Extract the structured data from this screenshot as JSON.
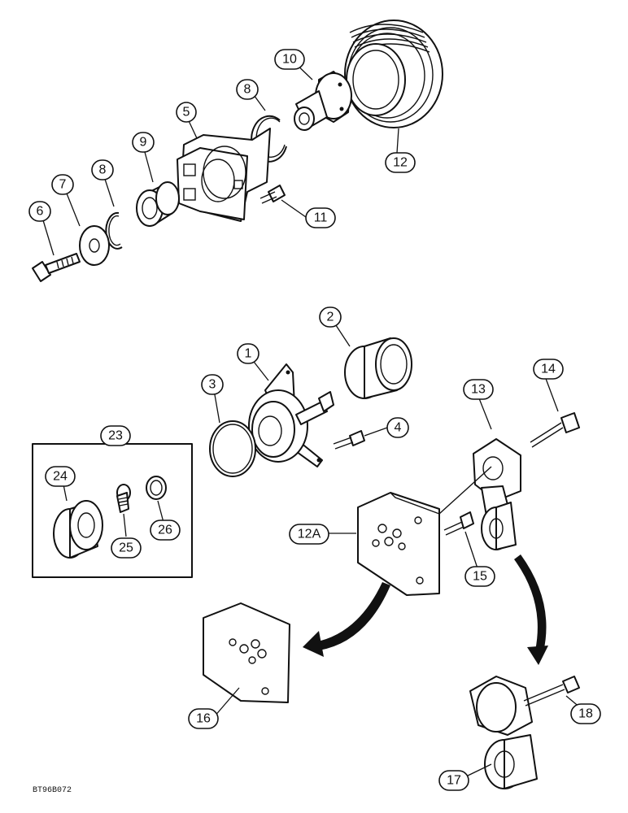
{
  "callouts": [
    {
      "id": "c1",
      "label": "1"
    },
    {
      "id": "c2",
      "label": "2"
    },
    {
      "id": "c3",
      "label": "3"
    },
    {
      "id": "c4",
      "label": "4"
    },
    {
      "id": "c5",
      "label": "5"
    },
    {
      "id": "c6",
      "label": "6"
    },
    {
      "id": "c7",
      "label": "7"
    },
    {
      "id": "c8a",
      "label": "8"
    },
    {
      "id": "c8b",
      "label": "8"
    },
    {
      "id": "c9",
      "label": "9"
    },
    {
      "id": "c10",
      "label": "10"
    },
    {
      "id": "c11",
      "label": "11"
    },
    {
      "id": "c12",
      "label": "12"
    },
    {
      "id": "c12a",
      "label": "12A"
    },
    {
      "id": "c13",
      "label": "13"
    },
    {
      "id": "c14",
      "label": "14"
    },
    {
      "id": "c15",
      "label": "15"
    },
    {
      "id": "c16",
      "label": "16"
    },
    {
      "id": "c17",
      "label": "17"
    },
    {
      "id": "c18",
      "label": "18"
    },
    {
      "id": "c23",
      "label": "23"
    },
    {
      "id": "c24",
      "label": "24"
    },
    {
      "id": "c25",
      "label": "25"
    },
    {
      "id": "c26",
      "label": "26"
    }
  ],
  "drawing_code": "BT96B072"
}
